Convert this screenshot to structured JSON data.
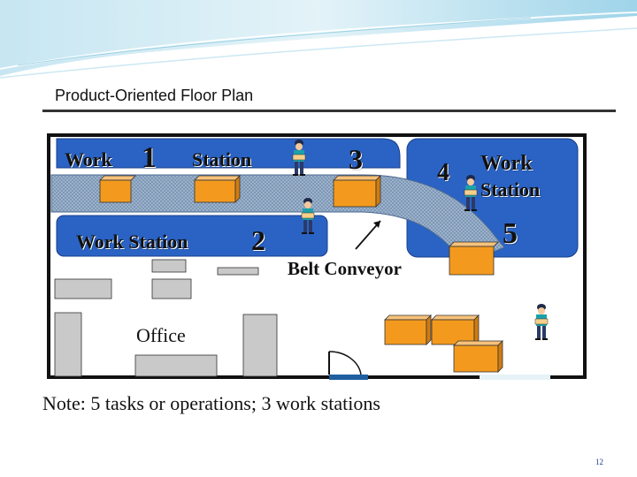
{
  "title": "Product-Oriented Floor Plan",
  "plan": {
    "labels": {
      "ws1_work": "Work",
      "ws1_num": "1",
      "ws1_station": "Station",
      "ws2_label": "Work Station",
      "ws2_num": "2",
      "num3": "3",
      "num4": "4",
      "ws3_work": "Work",
      "ws3_station": "Station",
      "num5": "5",
      "belt_conveyor": "Belt Conveyor",
      "office": "Office"
    },
    "icons": [
      "worker-icon",
      "conveyor-belt",
      "door-icon",
      "arrow-icon"
    ],
    "colors": {
      "station_blue": "#2a63c4",
      "machine_orange": "#f39a1e",
      "desk_gray": "#c9c9c9",
      "wall": "#111111"
    }
  },
  "note": "Note: 5 tasks or operations; 3 work stations",
  "page_number": "12"
}
